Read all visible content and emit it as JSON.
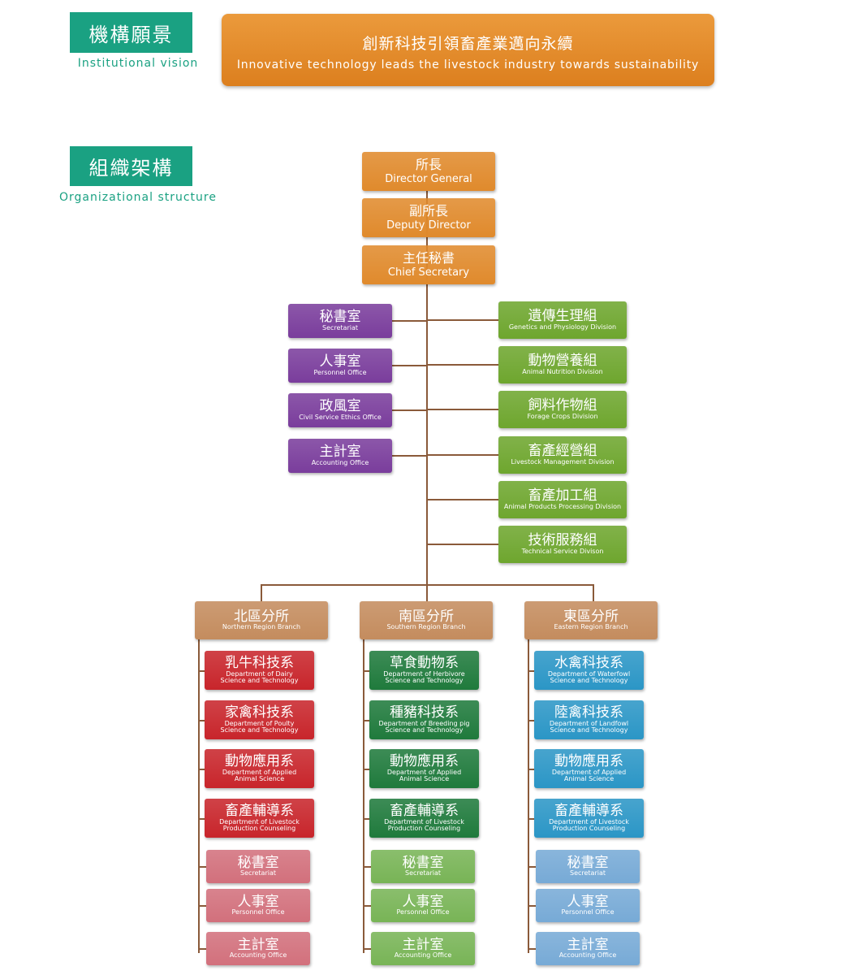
{
  "vision": {
    "title_zh": "機構願景",
    "title_en": "Institutional vision",
    "statement_zh": "創新科技引領畜產業邁向永續",
    "statement_en": "Innovative technology leads the livestock industry towards sustainability"
  },
  "structure": {
    "title_zh": "組織架構",
    "title_en": "Organizational structure"
  },
  "colors": {
    "teal": "#1aa182",
    "orange": "#e08a2c",
    "purple": "#7a3d9c",
    "green": "#6ea62e",
    "branch": "#c48c5e",
    "red": "#c8252b",
    "darkgreen": "#1f7a3c",
    "blue": "#2b96c6",
    "lightred": "#d2707c",
    "lightgreen": "#78b456",
    "lightblue": "#77aad6"
  },
  "leaders": [
    {
      "zh": "所長",
      "en": "Director General"
    },
    {
      "zh": "副所長",
      "en": "Deputy Director"
    },
    {
      "zh": "主任秘書",
      "en": "Chief Secretary"
    }
  ],
  "offices": [
    {
      "zh": "秘書室",
      "en": "Secretariat"
    },
    {
      "zh": "人事室",
      "en": "Personnel Office"
    },
    {
      "zh": "政風室",
      "en": "Civil Service Ethics Office"
    },
    {
      "zh": "主計室",
      "en": "Accounting Office"
    }
  ],
  "divisions": [
    {
      "zh": "遺傳生理組",
      "en": "Genetics and Physiology Division"
    },
    {
      "zh": "動物營養組",
      "en": "Animal Nutrition Division"
    },
    {
      "zh": "飼料作物組",
      "en": "Forage Crops Division"
    },
    {
      "zh": "畜產經營組",
      "en": "Livestock Management Division"
    },
    {
      "zh": "畜產加工組",
      "en": "Animal Products Processing Division"
    },
    {
      "zh": "技術服務組",
      "en": "Technical Service Divison"
    }
  ],
  "branches": [
    {
      "zh": "北區分所",
      "en": "Northern Region Branch",
      "departments": [
        {
          "zh": "乳牛科技系",
          "en": "Department of Dairy\nScience and Technology"
        },
        {
          "zh": "家禽科技系",
          "en": "Department of Poulty\nScience and Technology"
        },
        {
          "zh": "動物應用系",
          "en": "Department of Applied\nAnimal Science"
        },
        {
          "zh": "畜產輔導系",
          "en": "Department of Livestock\nProduction Counseling"
        }
      ],
      "offices": [
        {
          "zh": "秘書室",
          "en": "Secretariat"
        },
        {
          "zh": "人事室",
          "en": "Personnel Office"
        },
        {
          "zh": "主計室",
          "en": "Accounting Office"
        }
      ]
    },
    {
      "zh": "南區分所",
      "en": "Southern Region Branch",
      "departments": [
        {
          "zh": "草食動物系",
          "en": "Department of Herbivore\nScience and Technology"
        },
        {
          "zh": "種豬科技系",
          "en": "Department of Breeding pig\nScience and Technology"
        },
        {
          "zh": "動物應用系",
          "en": "Department of Applied\nAnimal Science"
        },
        {
          "zh": "畜產輔導系",
          "en": "Department of Livestock\nProduction Counseling"
        }
      ],
      "offices": [
        {
          "zh": "秘書室",
          "en": "Secretariat"
        },
        {
          "zh": "人事室",
          "en": "Personnel Office"
        },
        {
          "zh": "主計室",
          "en": "Accounting Office"
        }
      ]
    },
    {
      "zh": "東區分所",
      "en": "Eastern Region Branch",
      "departments": [
        {
          "zh": "水禽科技系",
          "en": "Department of Waterfowl\nScience and Technology"
        },
        {
          "zh": "陸禽科技系",
          "en": "Department of Landfowl\nScience and Technology"
        },
        {
          "zh": "動物應用系",
          "en": "Department of Applied\nAnimal Science"
        },
        {
          "zh": "畜產輔導系",
          "en": "Department of Livestock\nProduction Counseling"
        }
      ],
      "offices": [
        {
          "zh": "秘書室",
          "en": "Secretariat"
        },
        {
          "zh": "人事室",
          "en": "Personnel Office"
        },
        {
          "zh": "主計室",
          "en": "Accounting Office"
        }
      ]
    }
  ]
}
